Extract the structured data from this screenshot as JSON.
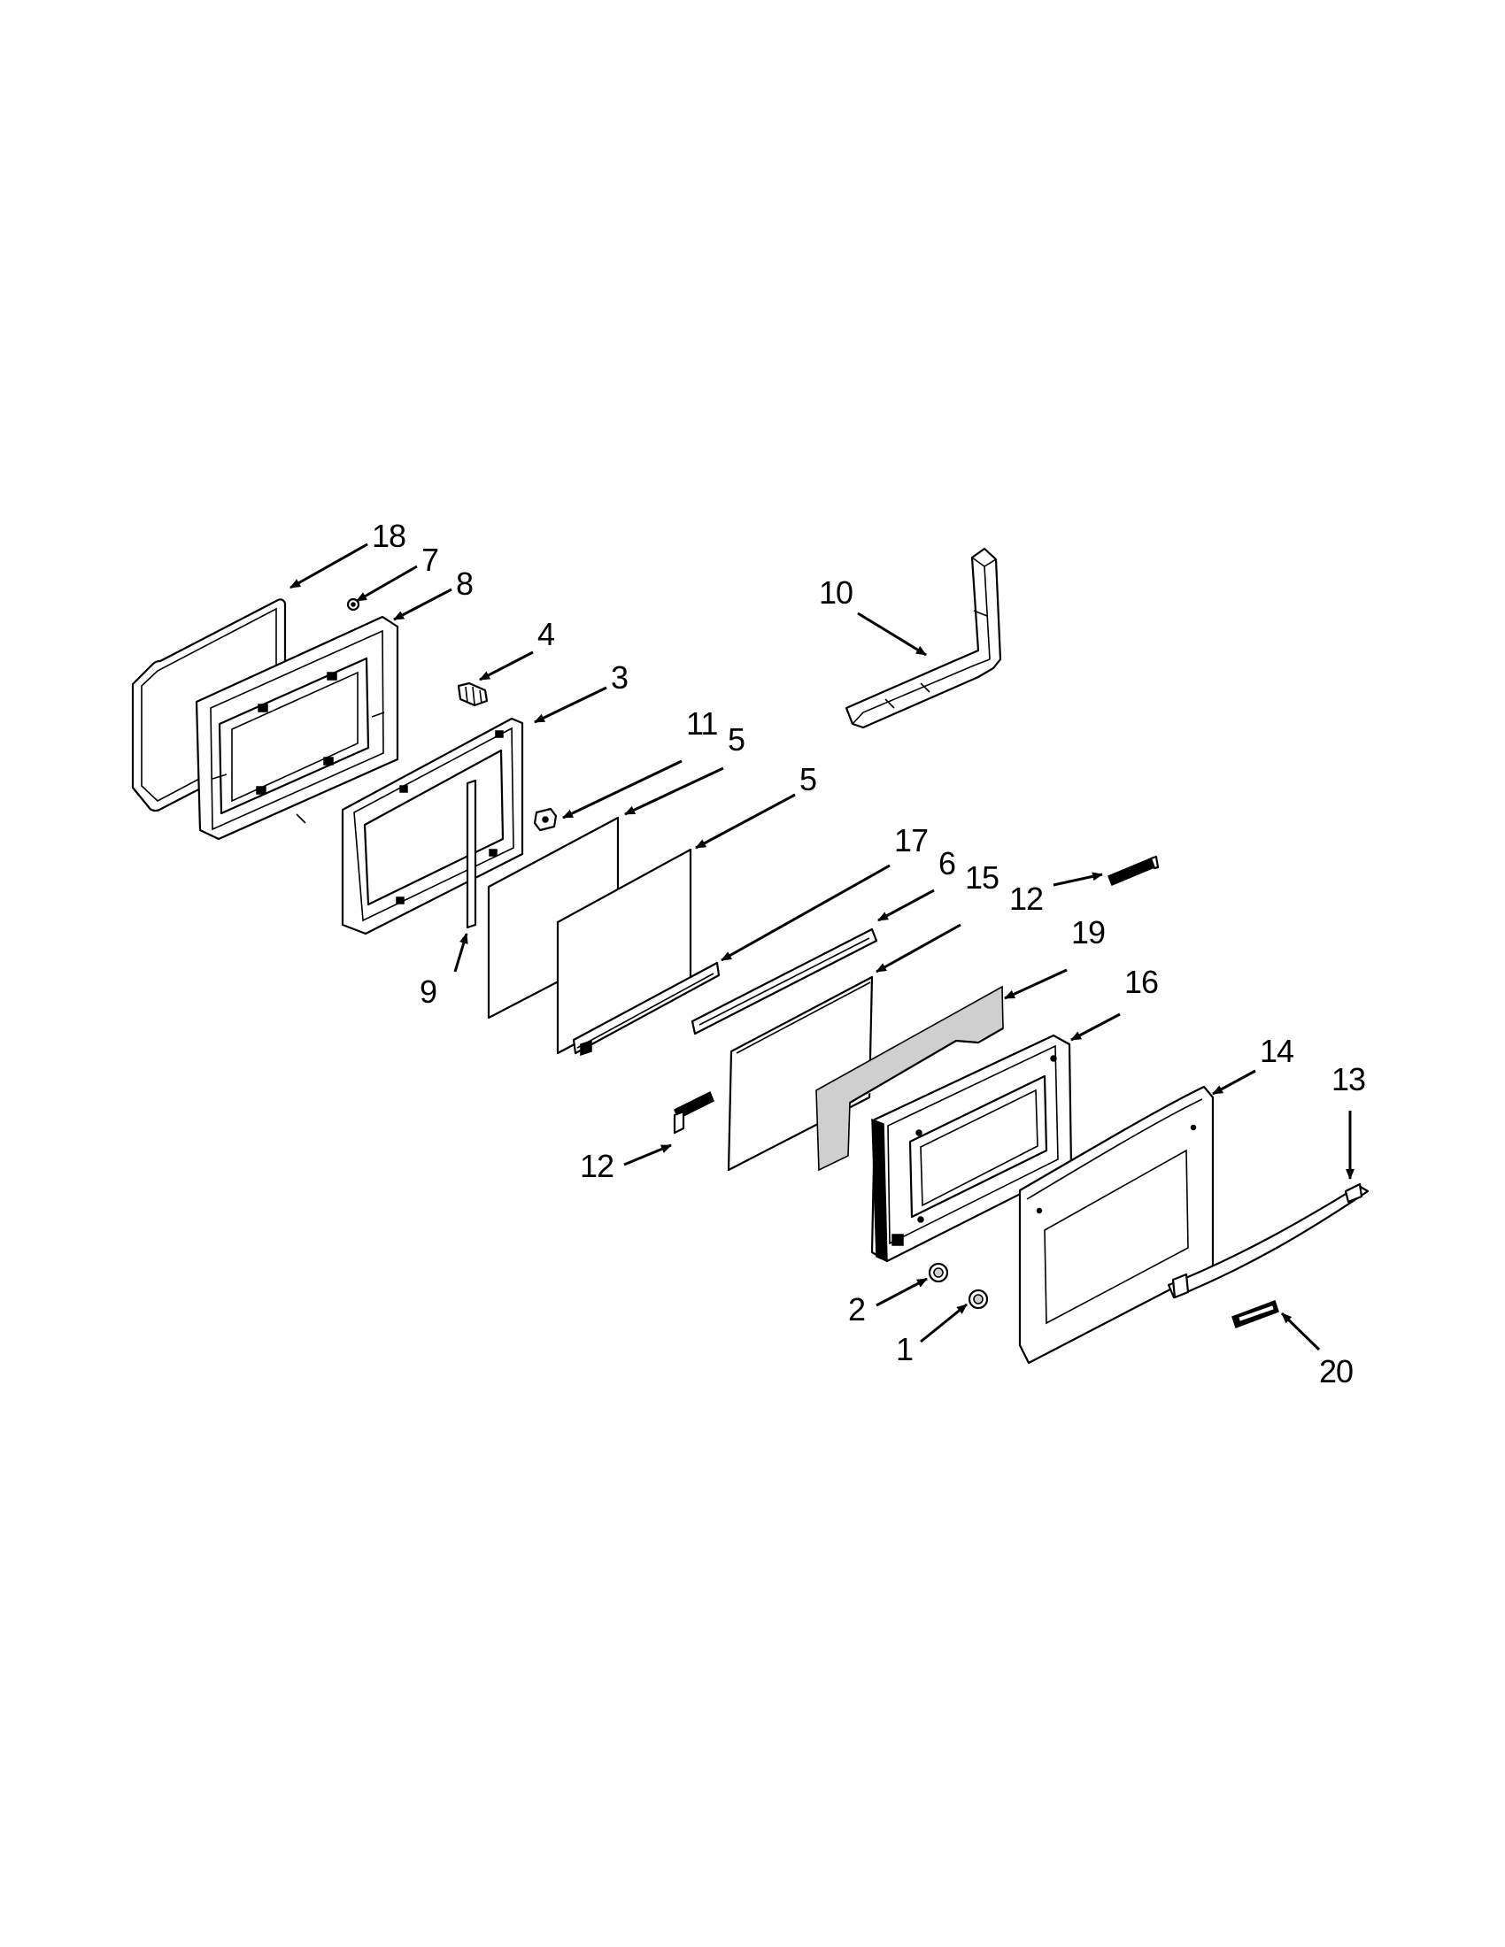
{
  "diagram": {
    "callouts": [
      "18",
      "7",
      "8",
      "4",
      "3",
      "11",
      "5",
      "5",
      "10",
      "17",
      "6",
      "15",
      "12",
      "9",
      "19",
      "16",
      "14",
      "13",
      "12",
      "2",
      "1",
      "20"
    ]
  }
}
